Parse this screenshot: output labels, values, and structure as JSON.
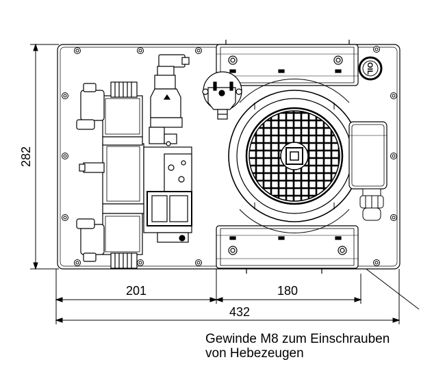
{
  "dimensions": {
    "height_left": "282",
    "width_left": "201",
    "width_right": "180",
    "width_total": "432"
  },
  "labels": {
    "oil_cap": "OIL"
  },
  "note": {
    "line1": "Gewinde M8 zum Einschrauben",
    "line2": "von Hebezeugen"
  }
}
